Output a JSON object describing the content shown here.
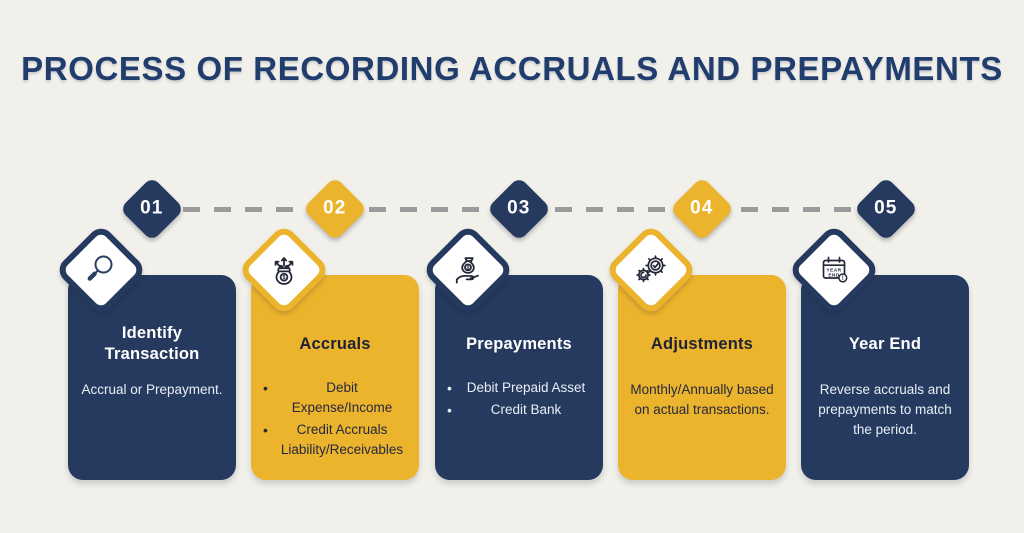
{
  "title": "PROCESS OF RECORDING ACCRUALS AND PREPAYMENTS",
  "colors": {
    "navy": "#253A5E",
    "gold": "#ECB32D",
    "background": "#F1F0EA",
    "title_text": "#203D6D",
    "dash_line": "#9B9B9B"
  },
  "bullet_char": "•",
  "steps": [
    {
      "number": "01",
      "accent": "navy",
      "icon": "search-icon",
      "title": "Identify Transaction",
      "body": "Accrual or Prepayment."
    },
    {
      "number": "02",
      "accent": "gold",
      "icon": "money-growth-icon",
      "icon_symbol": "$",
      "title": "Accruals",
      "bullets": [
        "Debit Expense/Income",
        "Credit Accruals Liability/Receivables"
      ]
    },
    {
      "number": "03",
      "accent": "navy",
      "icon": "hand-money-icon",
      "icon_symbol": "$",
      "title": "Prepayments",
      "bullets": [
        "Debit Prepaid Asset",
        "Credit Bank"
      ]
    },
    {
      "number": "04",
      "accent": "gold",
      "icon": "gears-check-icon",
      "title": "Adjustments",
      "body": "Monthly/Annually based on actual transactions."
    },
    {
      "number": "05",
      "accent": "navy",
      "icon": "year-end-calendar-icon",
      "icon_text": {
        "line1": "YEAR",
        "line2": "END",
        "alert": "!"
      },
      "title": "Year End",
      "body": "Reverse accruals and prepayments to match the period."
    }
  ]
}
